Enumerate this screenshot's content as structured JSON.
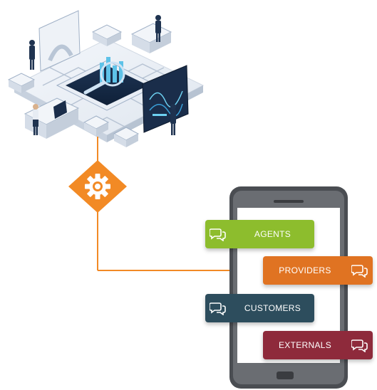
{
  "channels": {
    "agents": {
      "label": "AGENTS",
      "color": "#8dbd2d",
      "icon": "chat-bubbles-icon"
    },
    "providers": {
      "label": "PROVIDERS",
      "color": "#e07322",
      "icon": "chat-bubbles-icon"
    },
    "customers": {
      "label": "CUSTOMERS",
      "color": "#2d4d5d",
      "icon": "chat-bubbles-icon"
    },
    "externals": {
      "label": "EXTERNALS",
      "color": "#8e2a3b",
      "icon": "chat-bubbles-icon"
    }
  },
  "hub": {
    "icon": "gear-icon",
    "color": "#f28a25"
  },
  "connector_color": "#f28a25"
}
